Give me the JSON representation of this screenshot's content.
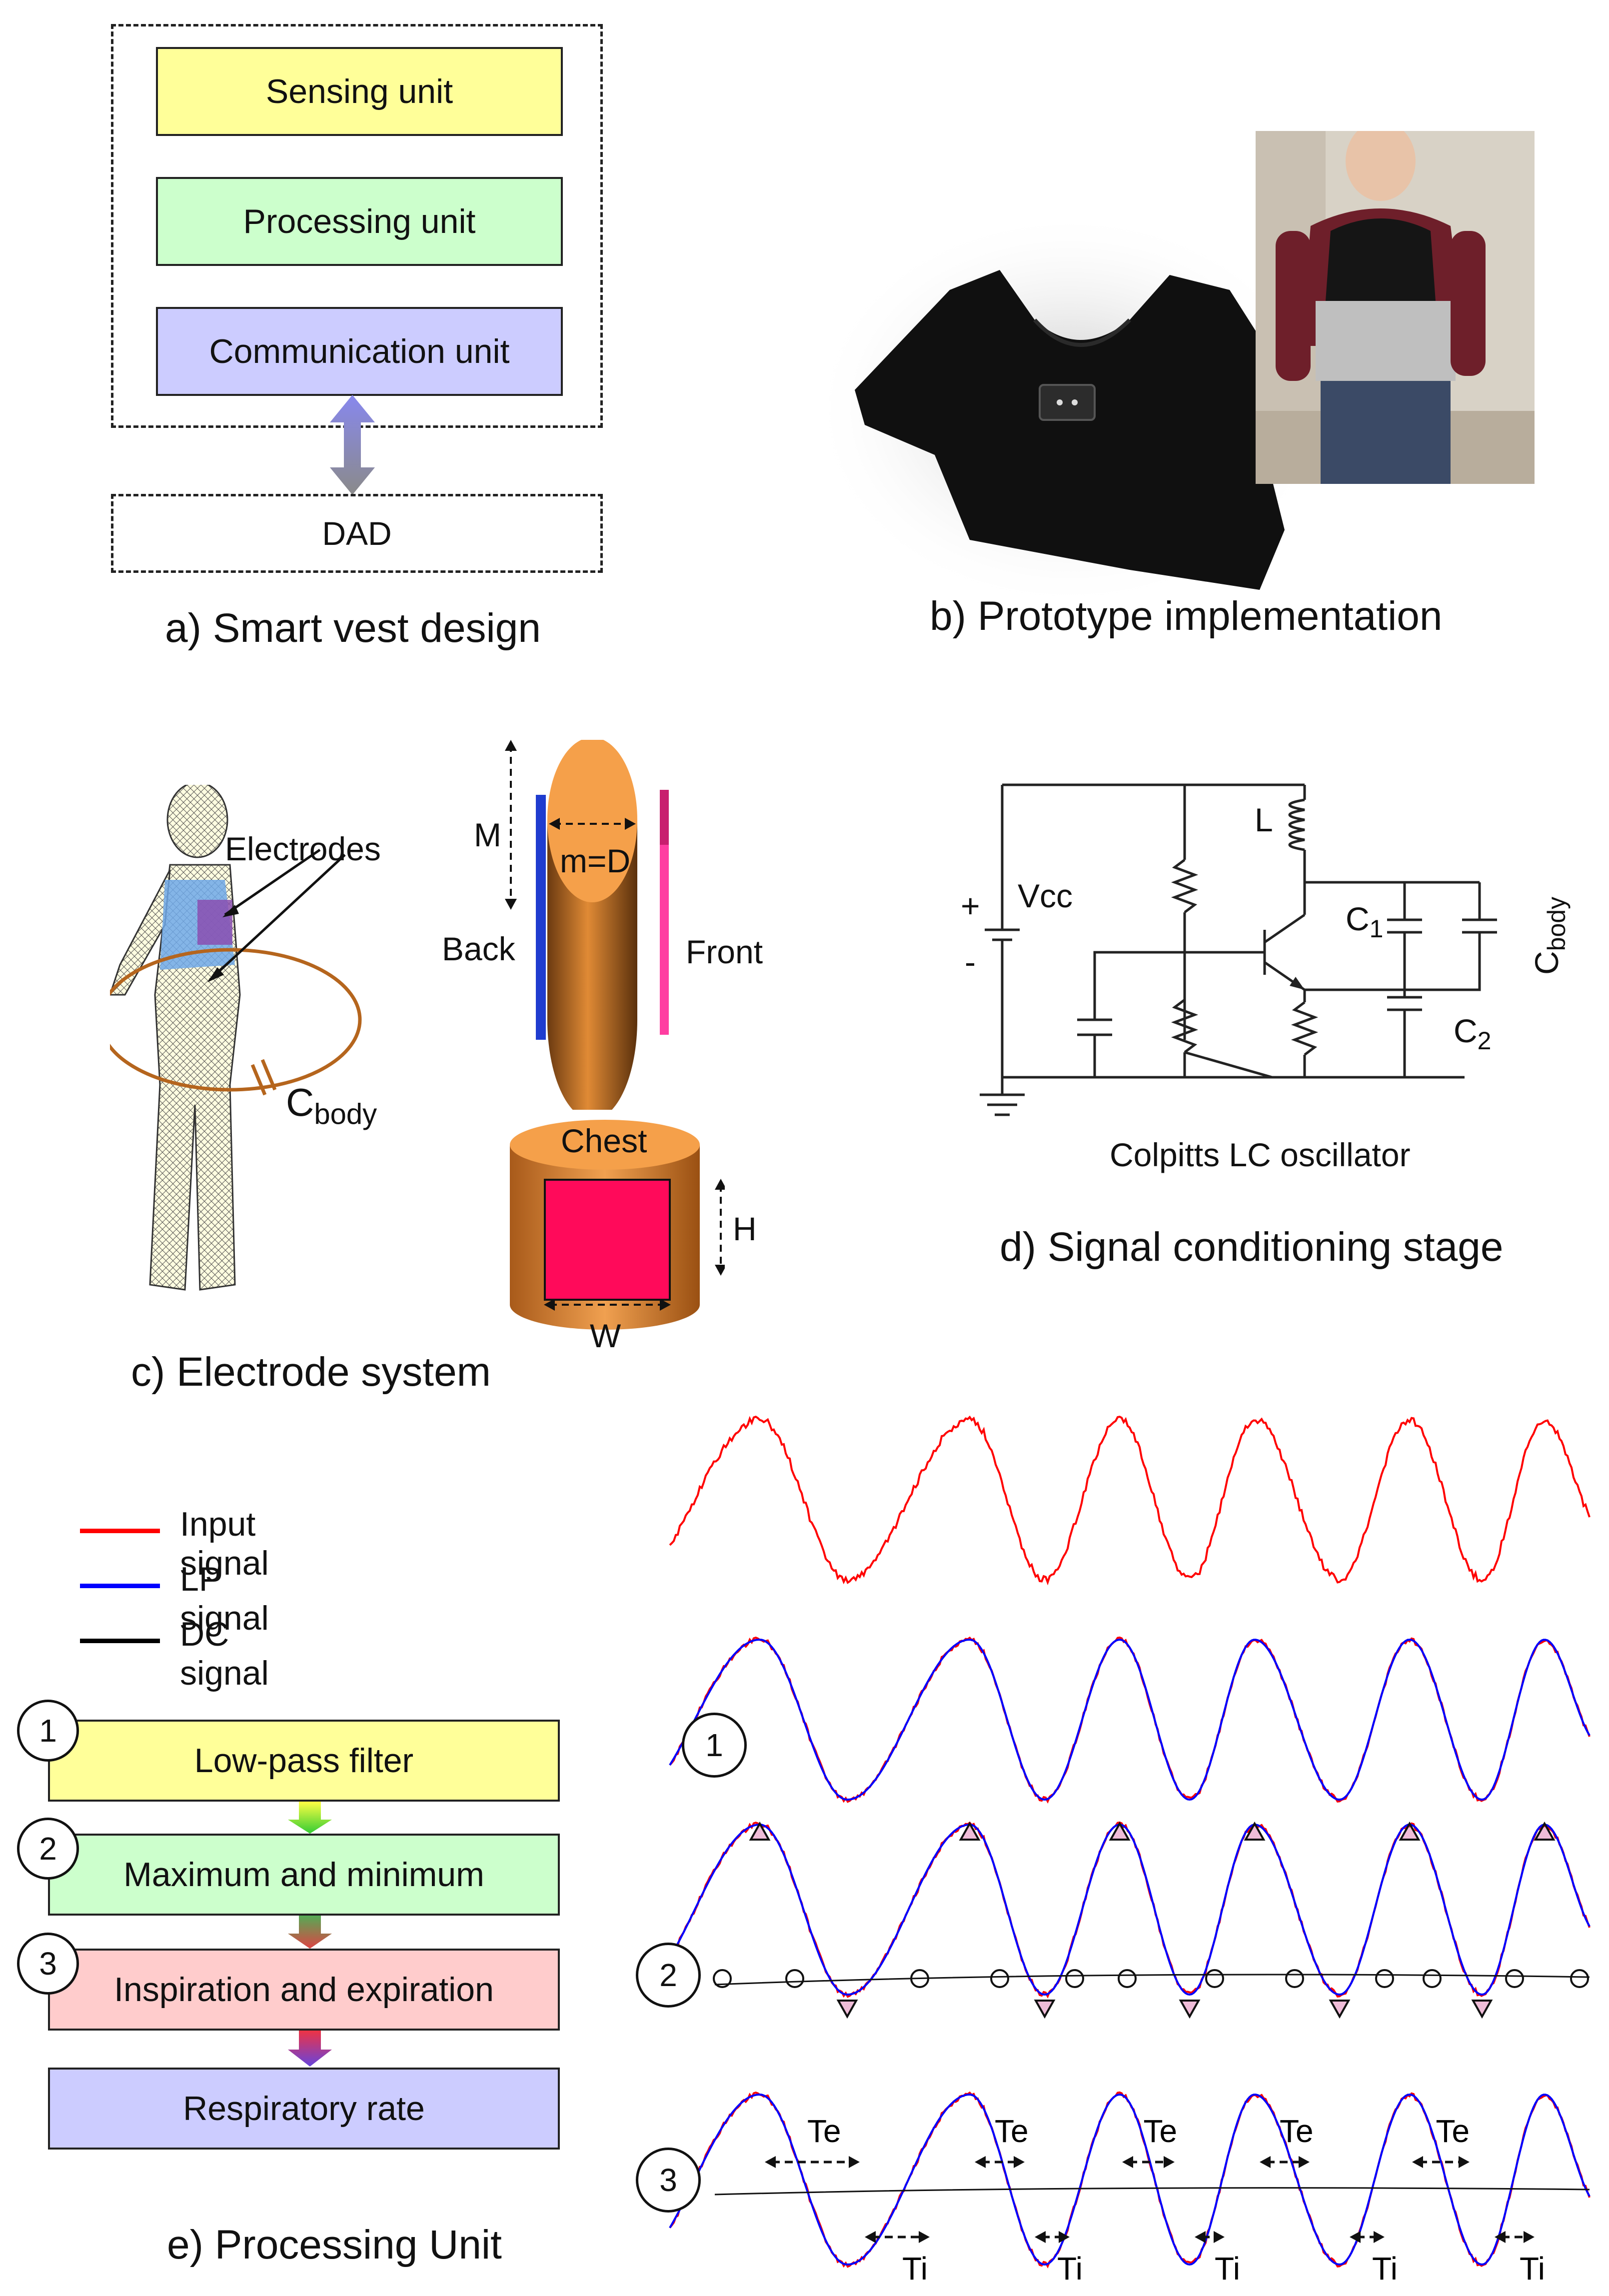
{
  "panel_a": {
    "blocks": [
      "Sensing unit",
      "Processing unit",
      "Communication unit"
    ],
    "dad": "DAD",
    "caption": "a) Smart vest design",
    "colors": {
      "sensing": "#ffff99",
      "processing": "#ccffcc",
      "communication": "#ccccff"
    }
  },
  "panel_b": {
    "caption": "b) Prototype implementation"
  },
  "panel_c": {
    "electrodes": "Electrodes",
    "cbody_main": "C",
    "cbody_sub": "body",
    "m_label": "M",
    "md_label": "m=D",
    "back": "Back",
    "front": "Front",
    "chest": "Chest",
    "h_label": "H",
    "w_label": "W",
    "caption": "c) Electrode system"
  },
  "panel_d": {
    "plus": "+",
    "minus": "-",
    "vcc": "Vcc",
    "l": "L",
    "c1_main": "C",
    "c1_sub": "1",
    "c2_main": "C",
    "c2_sub": "2",
    "cbody_main": "C",
    "cbody_sub": "body",
    "oscillator": "Colpitts LC oscillator",
    "caption": "d) Signal conditioning stage"
  },
  "panel_e": {
    "legend": [
      {
        "label": "Input signal",
        "color": "#ff0000"
      },
      {
        "label": "LP signal",
        "color": "#0000ff"
      },
      {
        "label": "DC signal",
        "color": "#000000"
      }
    ],
    "steps": [
      {
        "num": "1",
        "label": "Low-pass filter",
        "color": "#ffff99"
      },
      {
        "num": "2",
        "label": "Maximum and minimum",
        "color": "#ccffcc"
      },
      {
        "num": "3",
        "label": "Inspiration and expiration",
        "color": "#ffcccc"
      },
      {
        "num": "",
        "label": "Respiratory rate",
        "color": "#ccccff"
      }
    ],
    "markers": [
      "1",
      "2",
      "3"
    ],
    "te": "Te",
    "ti": "Ti",
    "caption": "e) Processing Unit"
  }
}
